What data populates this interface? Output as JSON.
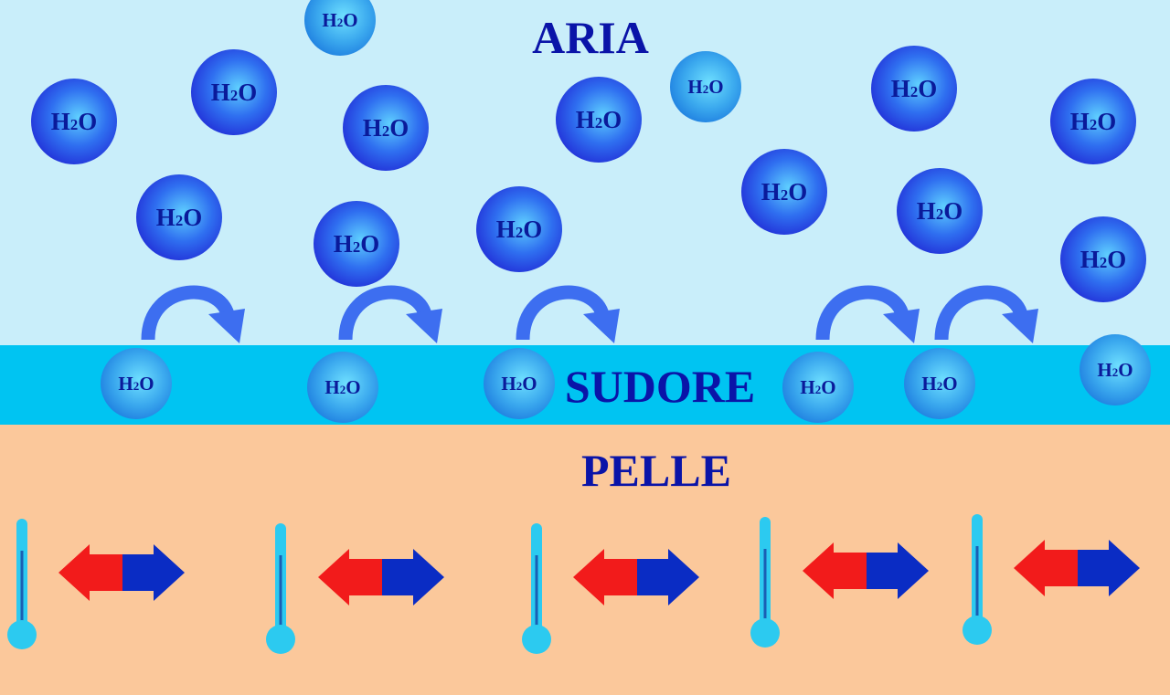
{
  "labels": {
    "air": "ARIA",
    "sweat": "SUDORE",
    "skin": "PELLE"
  },
  "molecule": {
    "element": "H",
    "subscript": "2",
    "suffix": "O"
  },
  "colors": {
    "air": "#c9eefa",
    "sweat": "#00c4f2",
    "skin": "#fbc89b",
    "label": "#0a14a8",
    "molecule_dark": "#2230d8",
    "molecule_light": "#1f8be0",
    "evap_arrow": "#3d6ef0",
    "heat_hot": "#f21b1b",
    "heat_cold": "#0a2cc4",
    "thermometer": "#2ccaf0"
  }
}
